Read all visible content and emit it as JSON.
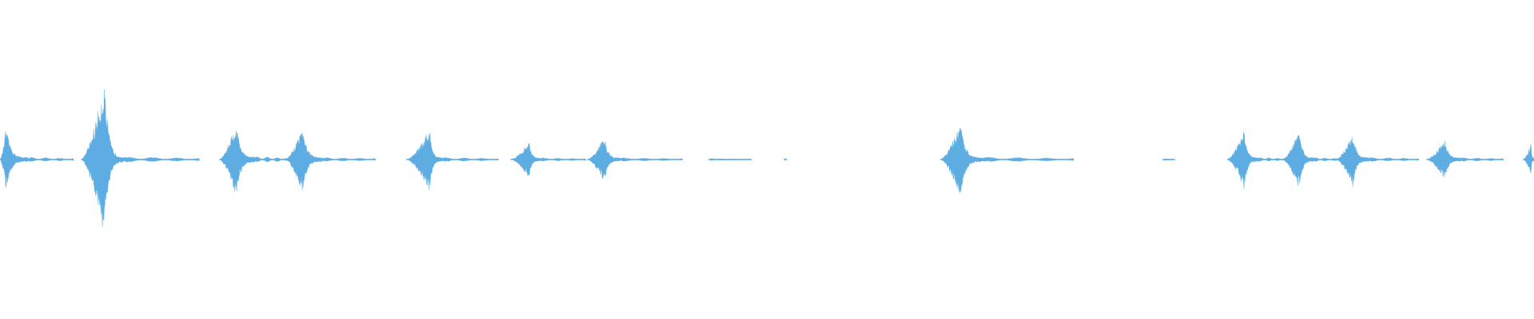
{
  "waveform": {
    "color": "#5dade2",
    "background": "#ffffff",
    "duration": 1.0,
    "clips": [
      {
        "start": 0.0,
        "end": 0.048,
        "peak": 0.2,
        "attack": 0.004,
        "tail_start": 0.018,
        "tail_level": 0.015
      },
      {
        "start": 0.053,
        "end": 0.13,
        "peak": 0.49,
        "attack": 0.015,
        "tail_start": 0.08,
        "tail_level": 0.018
      },
      {
        "start": 0.143,
        "end": 0.187,
        "peak": 0.24,
        "attack": 0.011,
        "tail_start": 0.166,
        "tail_level": 0.02
      },
      {
        "start": 0.186,
        "end": 0.245,
        "peak": 0.21,
        "attack": 0.011,
        "tail_start": 0.21,
        "tail_level": 0.014
      },
      {
        "start": 0.265,
        "end": 0.325,
        "peak": 0.2,
        "attack": 0.015,
        "tail_start": 0.288,
        "tail_level": 0.014
      },
      {
        "start": 0.333,
        "end": 0.382,
        "peak": 0.12,
        "attack": 0.012,
        "tail_start": 0.352,
        "tail_level": 0.012
      },
      {
        "start": 0.383,
        "end": 0.445,
        "peak": 0.15,
        "attack": 0.011,
        "tail_start": 0.404,
        "tail_level": 0.012
      },
      {
        "start": 0.462,
        "end": 0.49,
        "peak": 0.008,
        "attack": 0.002,
        "tail_start": 0.47,
        "tail_level": 0.006
      },
      {
        "start": 0.511,
        "end": 0.513,
        "peak": 0.008,
        "attack": 0.001,
        "tail_start": 0.512,
        "tail_level": 0.006
      },
      {
        "start": 0.613,
        "end": 0.7,
        "peak": 0.235,
        "attack": 0.013,
        "tail_start": 0.64,
        "tail_level": 0.016
      },
      {
        "start": 0.758,
        "end": 0.766,
        "peak": 0.008,
        "attack": 0.002,
        "tail_start": 0.76,
        "tail_level": 0.006
      },
      {
        "start": 0.8,
        "end": 0.838,
        "peak": 0.19,
        "attack": 0.011,
        "tail_start": 0.82,
        "tail_level": 0.014
      },
      {
        "start": 0.836,
        "end": 0.876,
        "peak": 0.19,
        "attack": 0.011,
        "tail_start": 0.856,
        "tail_level": 0.014
      },
      {
        "start": 0.871,
        "end": 0.925,
        "peak": 0.175,
        "attack": 0.011,
        "tail_start": 0.892,
        "tail_level": 0.014
      },
      {
        "start": 0.93,
        "end": 0.98,
        "peak": 0.13,
        "attack": 0.012,
        "tail_start": 0.952,
        "tail_level": 0.013
      },
      {
        "start": 0.993,
        "end": 1.0,
        "peak": 0.1,
        "attack": 0.005,
        "tail_start": 1.0,
        "tail_level": 0.013
      }
    ]
  }
}
